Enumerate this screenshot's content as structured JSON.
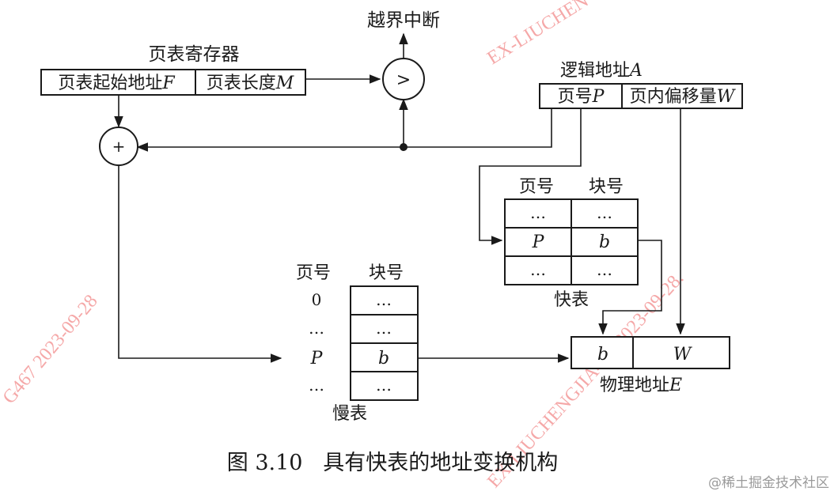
{
  "diagram": {
    "interrupt_label": "越界中断",
    "page_table_register": {
      "title": "页表寄存器",
      "start_label": "页表起始地址",
      "start_var": "F",
      "length_label": "页表长度",
      "length_var": "M"
    },
    "comparator_symbol": ">",
    "adder_symbol": "+",
    "logical_address": {
      "title": "逻辑地址",
      "title_var": "A",
      "page_label": "页号",
      "page_var": "P",
      "offset_label": "页内偏移量",
      "offset_var": "W"
    },
    "fast_table": {
      "col_page": "页号",
      "col_block": "块号",
      "rows": [
        [
          "…",
          "…"
        ],
        [
          "P",
          "b"
        ],
        [
          "…",
          "…"
        ]
      ],
      "caption": "快表"
    },
    "slow_table": {
      "col_page": "页号",
      "col_block": "块号",
      "row_labels": [
        "0",
        "…",
        "P",
        "…"
      ],
      "cells": [
        "…",
        "…",
        "b",
        "…"
      ],
      "caption": "慢表"
    },
    "physical_address": {
      "b": "b",
      "w": "W",
      "caption": "物理地址",
      "caption_var": "E"
    },
    "figure_caption": "图 3.10   具有快表的地址变换机构"
  },
  "watermarks": {
    "w1": "EX-LIUCHEN",
    "w2": "G467 2023-09-28",
    "w3": "EX-LIUCHENGJIA467 2023-09-28.",
    "site": "@稀土掘金技术社区"
  }
}
